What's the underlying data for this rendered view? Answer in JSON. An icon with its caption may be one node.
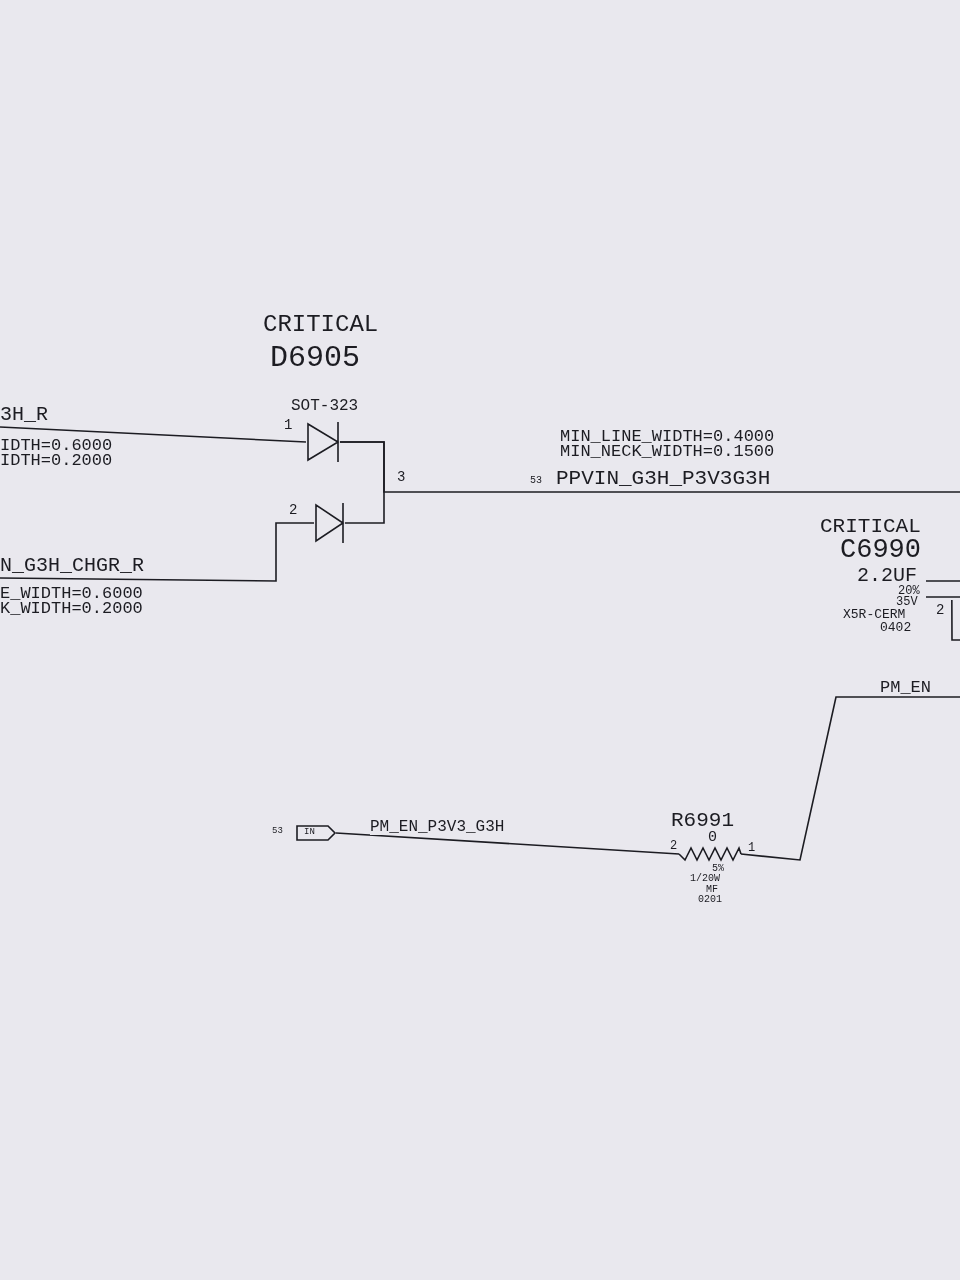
{
  "diagram": {
    "nodes": [
      {
        "text": [
          "3H_R"
        ]
      },
      {
        "text": [],
        "shape": "diode",
        "beside": [
          "CRITICAL",
          "D6905",
          "SOT-323",
          "1"
        ]
      },
      {
        "text": [],
        "shape": "diode",
        "beside": [
          "2"
        ]
      },
      {
        "text": [
          "N_G3H_CHGR_R"
        ]
      },
      {
        "text": [],
        "shape": "capacitor",
        "beside": [
          "CRITICAL",
          "C6990",
          "2.2UF",
          "20%",
          "35V",
          "X5R-CERM",
          "2",
          "0402"
        ]
      },
      {
        "text": [
          "IN"
        ],
        "beside": [
          "53"
        ]
      },
      {
        "text": [],
        "shape": "resistor",
        "beside": [
          "R6991",
          "0",
          "2",
          "1",
          "5%",
          "1/20W",
          "MF",
          "0201"
        ]
      }
    ],
    "edges": [
      {
        "from": 0,
        "to": 1,
        "arrow": "none"
      },
      {
        "from": 3,
        "to": 2,
        "arrow": "none"
      },
      {
        "from": 1,
        "to": 2,
        "arrow": "none"
      },
      {
        "from": 1,
        "to": null,
        "arrow": "none",
        "label": "PPVIN_G3H_P3V3G3H"
      },
      {
        "from": 4,
        "to": null,
        "arrow": "none"
      },
      {
        "from": 5,
        "to": 6,
        "arrow": "none",
        "label": "PM_EN_P3V3_G3H"
      },
      {
        "from": 6,
        "to": null,
        "arrow": "none",
        "label": "PM_EN"
      }
    ],
    "labels": [
      "IDTH=0.6000",
      "IDTH=0.2000",
      "3",
      "MIN_LINE_WIDTH=0.4000",
      "MIN_NECK_WIDTH=0.1500",
      "53",
      "E_WIDTH=0.6000",
      "K_WIDTH=0.2000"
    ]
  }
}
